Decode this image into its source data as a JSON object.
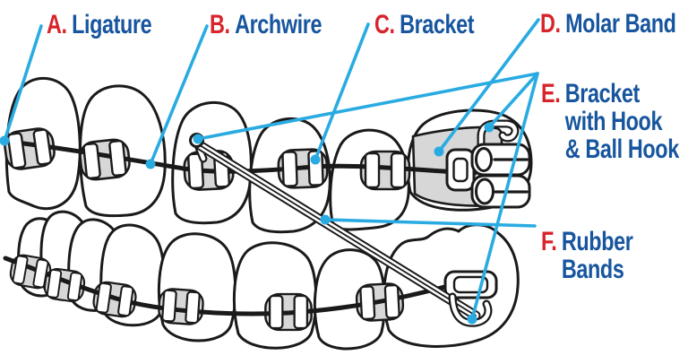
{
  "labels": {
    "a": {
      "letter": "A.",
      "text": "Ligature"
    },
    "b": {
      "letter": "B.",
      "text": "Archwire"
    },
    "c": {
      "letter": "C.",
      "text": "Bracket"
    },
    "d": {
      "letter": "D.",
      "text": "Molar Band"
    },
    "e": {
      "letter": "E.",
      "lines": [
        "Bracket",
        "with Hook",
        "& Ball Hook"
      ]
    },
    "f": {
      "letter": "F.",
      "lines": [
        "Rubber",
        "Bands"
      ]
    }
  },
  "colors": {
    "letter_red": "#d8232a",
    "label_blue": "#17559e",
    "leader_cyan": "#29abe2",
    "outline_black": "#1a1a1a",
    "bracket_gray": "#d7d7d7"
  }
}
